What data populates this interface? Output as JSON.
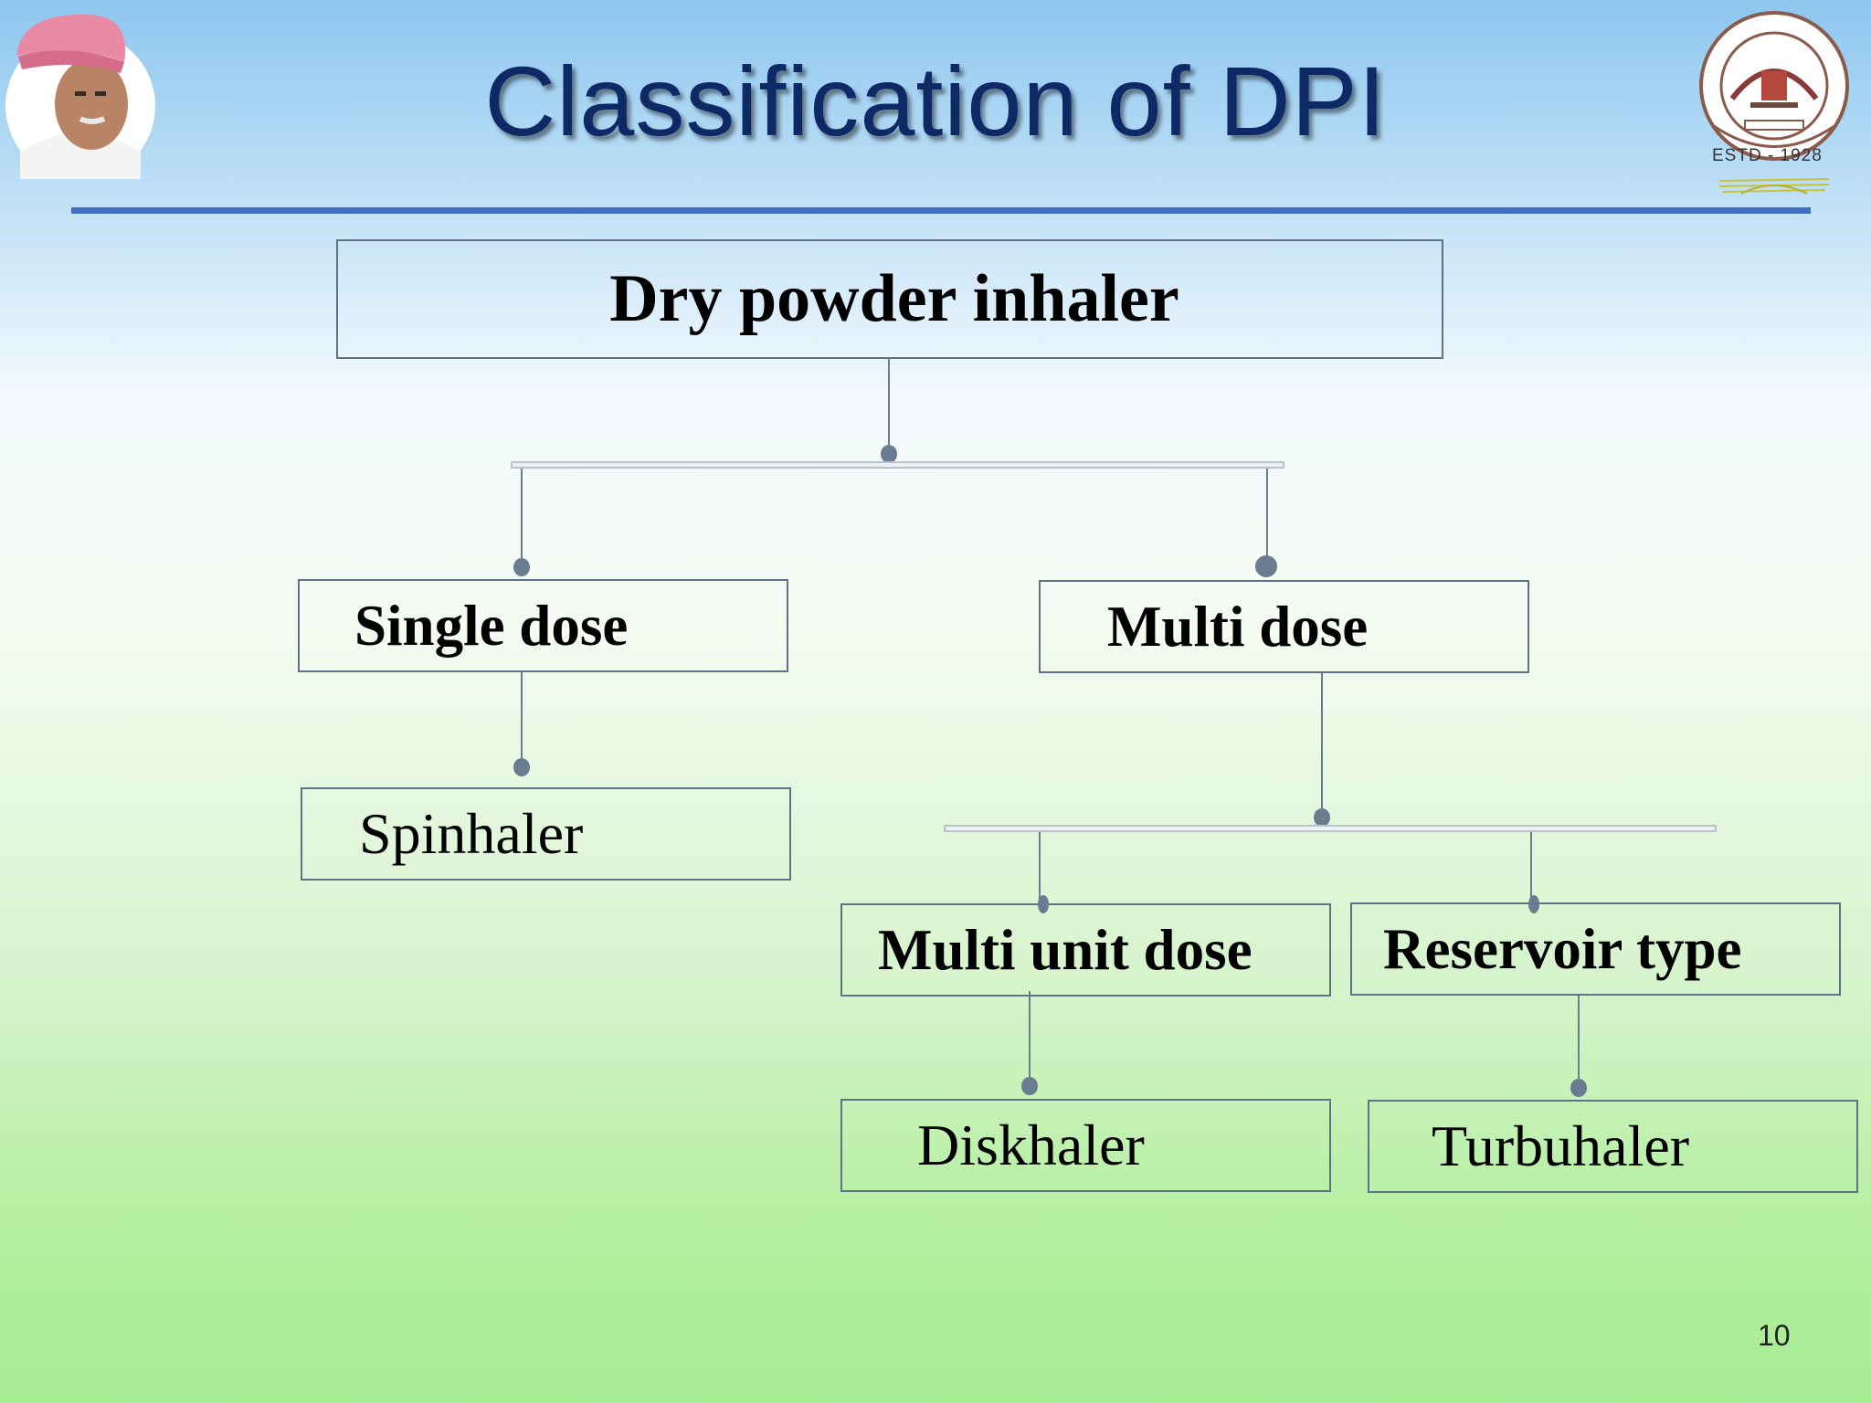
{
  "slide": {
    "title": "Classification of DPI",
    "page_number": "10"
  },
  "logo": {
    "estd_text": "ESTD - 1928"
  },
  "tree": {
    "root": "Dry powder inhaler",
    "single_dose": "Single dose",
    "multi_dose": "Multi dose",
    "spinhaler": "Spinhaler",
    "multi_unit_dose": "Multi unit dose",
    "reservoir_type": "Reservoir type",
    "diskhaler": "Diskhaler",
    "turbuhaler": "Turbuhaler"
  },
  "colors": {
    "title": "#0d2a66",
    "rule": "#3d6fc4",
    "connector": "#6a7c8f",
    "box_border": "#5f7287"
  }
}
